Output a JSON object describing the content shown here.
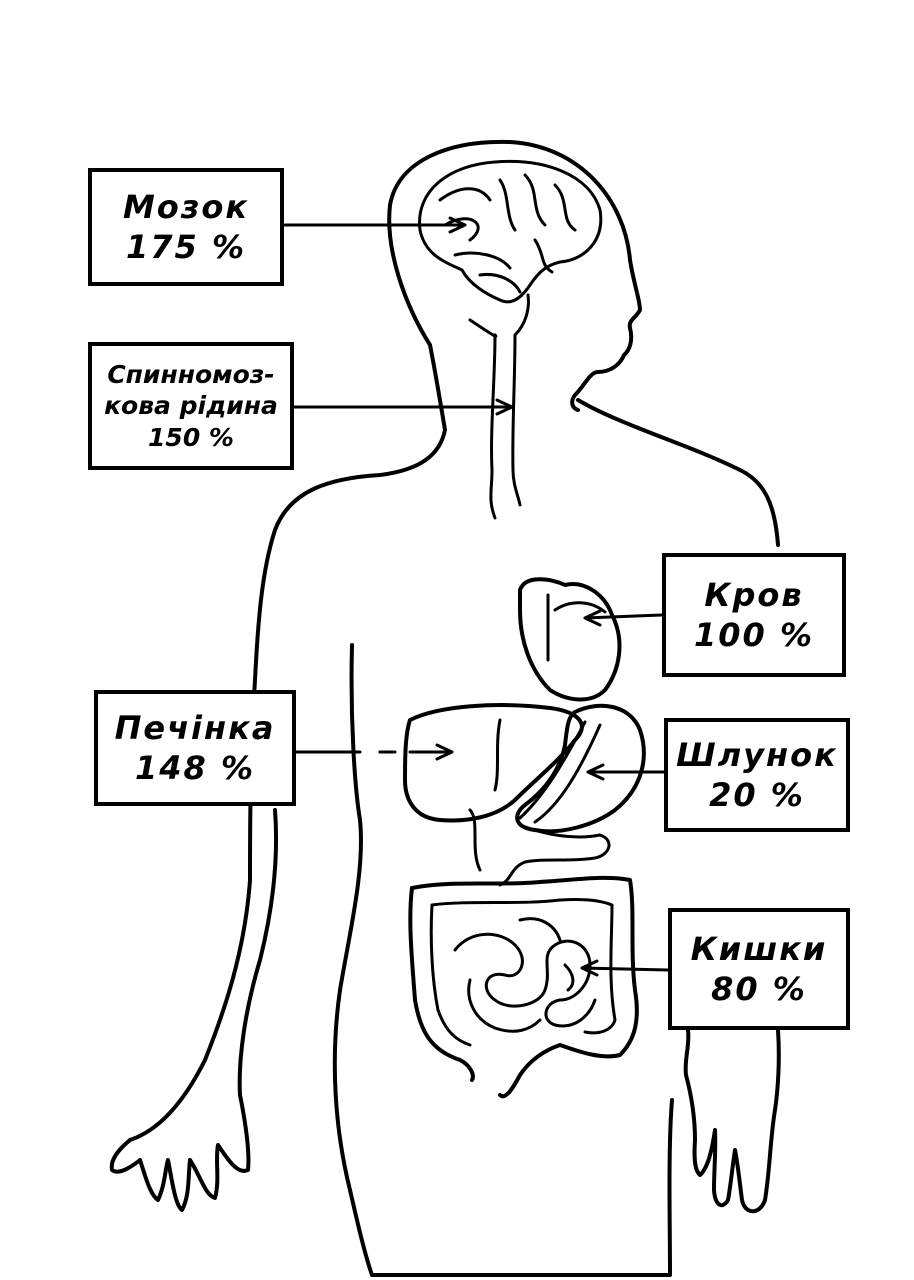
{
  "labels": {
    "brain": {
      "name": "Мозок",
      "value": "175 %"
    },
    "csf": {
      "name_line1": "Спинномоз-",
      "name_line2": "кова рідина",
      "value": "150 %"
    },
    "blood": {
      "name": "Кров",
      "value": "100 %"
    },
    "liver": {
      "name": "Печінка",
      "value": "148 %"
    },
    "stomach": {
      "name": "Шлунок",
      "value": "20 %"
    },
    "intestines": {
      "name": "Кишки",
      "value": "80 %"
    }
  },
  "colors": {
    "ink": "#000000",
    "paper": "#ffffff"
  }
}
